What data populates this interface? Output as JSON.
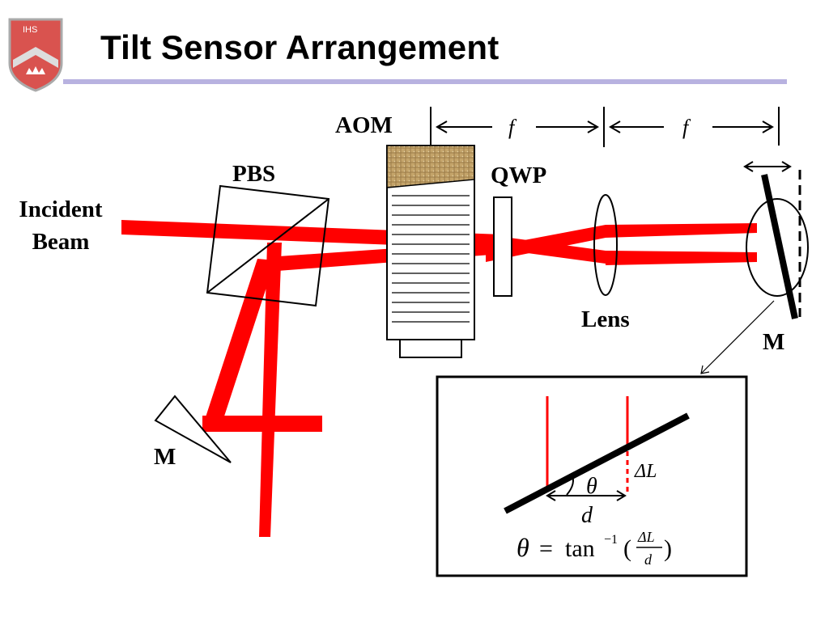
{
  "slide": {
    "title": "Tilt Sensor Arrangement",
    "logo_text": "IHS"
  },
  "labels": {
    "aom": "AOM",
    "pbs": "PBS",
    "qwp": "QWP",
    "incident_line1": "Incident",
    "incident_line2": "Beam",
    "lens": "Lens",
    "mirror_right": "M",
    "mirror_left": "M",
    "focal_1": "f",
    "focal_2": "f"
  },
  "inset": {
    "theta": "θ",
    "delta_l": "ΔL",
    "d": "d",
    "eq_theta": "θ",
    "eq_equals": "=",
    "eq_tan": "tan",
    "eq_exp": "−1",
    "eq_open": "(",
    "eq_num": "ΔL",
    "eq_den": "d",
    "eq_close": ")"
  },
  "colors": {
    "beam": "#ff0000",
    "title_rule": "#b8b2e0",
    "logo_red": "#d9534f",
    "aom_crystal": "#c4a46a"
  }
}
